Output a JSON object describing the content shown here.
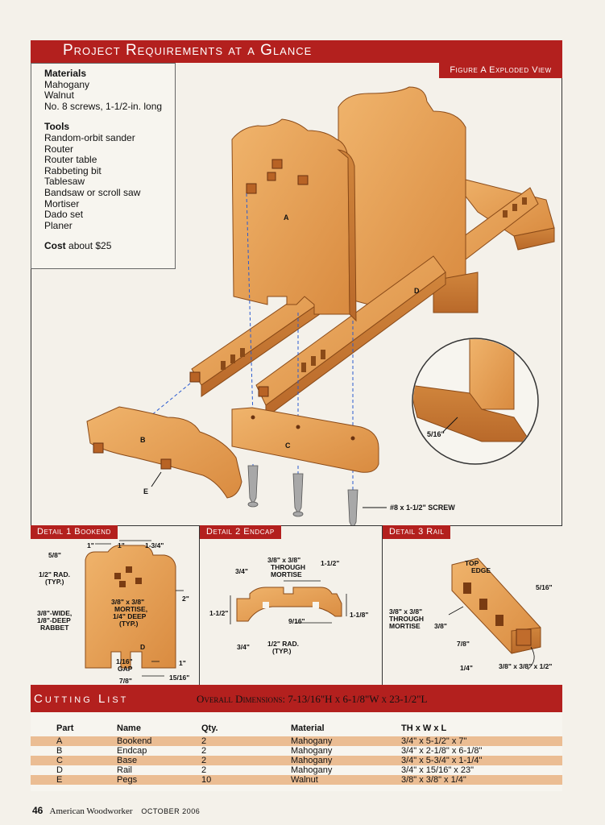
{
  "header": {
    "title": "Project Requirements at a Glance",
    "figure_label": "Figure A  Exploded View"
  },
  "requirements": {
    "materials_heading": "Materials",
    "materials": [
      "Mahogany",
      "Walnut",
      "No. 8 screws, 1-1/2-in. long"
    ],
    "tools_heading": "Tools",
    "tools": [
      "Random-orbit sander",
      "Router",
      "Router table",
      "Rabbeting bit",
      "Tablesaw",
      "Bandsaw or scroll saw",
      "Mortiser",
      "Dado set",
      "Planer"
    ],
    "cost_label": "Cost",
    "cost_value": "about $25"
  },
  "exploded_view": {
    "part_a": "A",
    "part_b": "B",
    "part_c": "C",
    "part_d": "D",
    "part_e": "E",
    "callout_radius": "5/16\"",
    "screw_label": "#8 x 1-1/2\" SCREW"
  },
  "detail1": {
    "tag": "Detail 1  Bookend",
    "labels": {
      "w1": "1\"",
      "w2": "1\"",
      "w3": "1-3/4\"",
      "w4": "5/8\"",
      "rad": "1/2\" RAD.",
      "rad_typ": "(TYP.)",
      "h2": "2\"",
      "rabbet1": "3/8\"-WIDE,",
      "rabbet2": "1/8\"-DEEP",
      "rabbet3": "RABBET",
      "mort1": "3/8\" x 3/8\"",
      "mort2": "MORTISE,",
      "mort3": "1/4\" DEEP",
      "mort4": "(TYP.)",
      "d": "D",
      "gap1": "1/16\"",
      "gap2": "GAP",
      "one": "1\"",
      "b78": "7/8\"",
      "b1516": "15/16\""
    }
  },
  "detail2": {
    "tag": "Detail 2  Endcap",
    "labels": {
      "t1": "3/8\" x 3/8\"",
      "t2": "THROUGH",
      "t3": "MORTISE",
      "w112": "1-1/2\"",
      "h34": "3/4\"",
      "h112": "1-1/2\"",
      "w916": "9/16\"",
      "h118": "1-1/8\"",
      "b34": "3/4\"",
      "rad": "1/2\" RAD.",
      "rad_typ": "(TYP.)"
    }
  },
  "detail3": {
    "tag": "Detail 3  Rail",
    "labels": {
      "top": "TOP",
      "edge": "EDGE",
      "w516": "5/16\"",
      "m1": "3/8\" x 3/8\"",
      "m2": "THROUGH",
      "m3": "MORTISE",
      "m4": "3/8\"",
      "b78": "7/8\"",
      "b14": "1/4\"",
      "peg": "3/8\" x 3/8\" x 1/2\""
    }
  },
  "cutting_list": {
    "title": "Cutting List",
    "overall": "Overall Dimensions: 7-13/16\"H x 6-1/8\"W x 23-1/2\"L",
    "headers": [
      "Part",
      "Name",
      "Qty.",
      "Material",
      "TH x W x L"
    ],
    "rows": [
      {
        "part": "A",
        "name": "Bookend",
        "qty": "2",
        "material": "Mahogany",
        "dims": "3/4\" x 5-1/2\" x 7\""
      },
      {
        "part": "B",
        "name": "Endcap",
        "qty": "2",
        "material": "Mahogany",
        "dims": "3/4\" x 2-1/8\" x 6-1/8\""
      },
      {
        "part": "C",
        "name": "Base",
        "qty": "2",
        "material": "Mahogany",
        "dims": "3/4\" x 5-3/4\" x 1-1/4\""
      },
      {
        "part": "D",
        "name": "Rail",
        "qty": "2",
        "material": "Mahogany",
        "dims": "3/4\" x 15/16\" x 23\""
      },
      {
        "part": "E",
        "name": "Pegs",
        "qty": "10",
        "material": "Walnut",
        "dims": "3/8\" x 3/8\" x 1/4\""
      }
    ]
  },
  "footer": {
    "page": "46",
    "magazine": "American Woodworker",
    "date": "OCTOBER 2006"
  },
  "colors": {
    "accent": "#b3201e",
    "wood": "#e6a05a",
    "wood_dark": "#c77a33",
    "row_shade": "#ebbd93"
  }
}
